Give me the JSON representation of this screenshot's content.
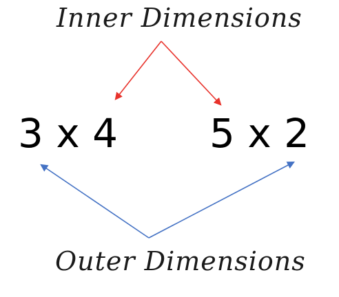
{
  "inner_label": "Inner Dimensions",
  "outer_label": "Outer Dimensions",
  "left_dims": "3 x 4",
  "right_dims": "5 x 2",
  "colors": {
    "inner_arrow": "#e8322b",
    "outer_arrow": "#4472c4",
    "text": "#000000"
  },
  "icons": {
    "inner_arrows": "red-arrow-icon",
    "outer_arrows": "blue-arrow-icon"
  }
}
